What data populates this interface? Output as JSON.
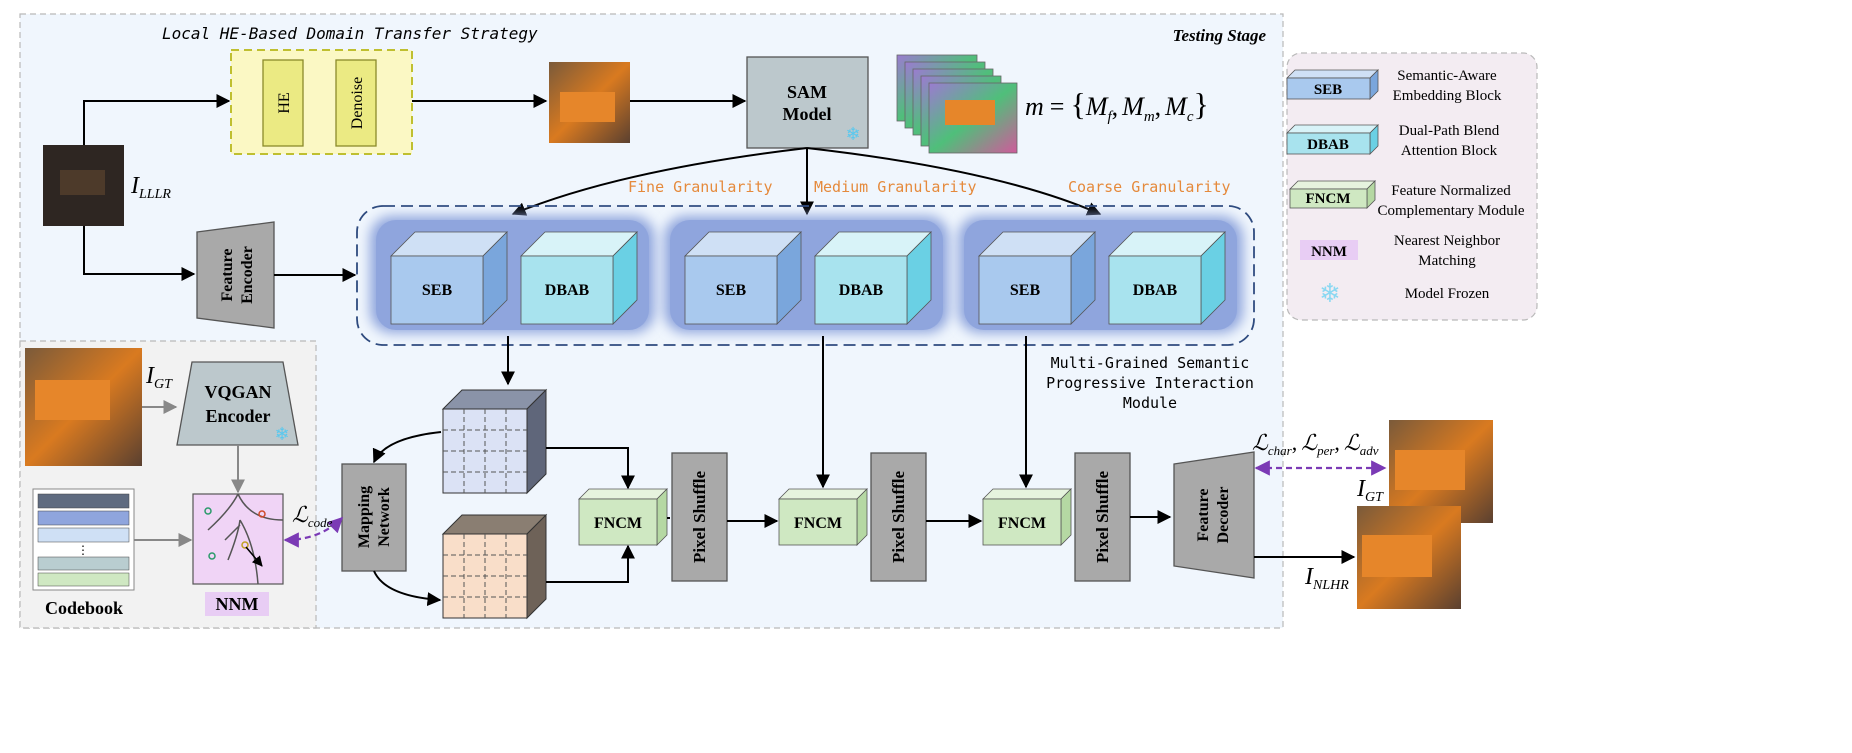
{
  "titles": {
    "he_strategy": "Local HE-Based Domain Transfer Strategy",
    "testing_stage": "Testing Stage",
    "mgspi": [
      "Multi-Grained Semantic",
      "Progressive Interaction",
      "Module"
    ]
  },
  "he_box": {
    "he": "HE",
    "denoise": "Denoise"
  },
  "sam": {
    "line1": "SAM",
    "line2": "Model"
  },
  "masks": {
    "m": "m",
    "eq": "=",
    "lbrace": "{",
    "rbrace": "}",
    "mf": "M",
    "f": "f",
    "mm": "M",
    "mc": "M",
    "c": "c",
    "comma": ","
  },
  "granularity": {
    "fine": "Fine Granularity",
    "medium": "Medium Granularity",
    "coarse": "Coarse Granularity"
  },
  "labels": {
    "i_lllr": "I",
    "i_lllr_sub": "LLLR",
    "i_gt": "I",
    "i_gt_sub": "GT",
    "i_gt2": "I",
    "i_gt2_sub": "GT",
    "i_nlhr": "I",
    "i_nlhr_sub": "NLHR",
    "l_code": "ℒ",
    "l_code_sub": "code",
    "losses": [
      "ℒ",
      "char",
      ",",
      "ℒ",
      "per",
      ",",
      "ℒ",
      "adv"
    ]
  },
  "encoder": {
    "line1": "Feature",
    "line2": "Encoder"
  },
  "decoder": {
    "line1": "Feature",
    "line2": "Decoder"
  },
  "vqgan": {
    "line1": "VQGAN",
    "line2": "Encoder"
  },
  "mapping": {
    "line1": "Mapping",
    "line2": "Network"
  },
  "blocks": {
    "seb": "SEB",
    "dbab": "DBAB",
    "fncm": "FNCM",
    "pixel_shuffle": "Pixel Shuffle",
    "nnm": "NNM",
    "codebook": "Codebook",
    "dots": "⋮"
  },
  "legend": [
    {
      "tag": "SEB",
      "desc1": "Semantic-Aware",
      "desc2": "Embedding Block",
      "color": "#a9c9ee"
    },
    {
      "tag": "DBAB",
      "desc1": "Dual-Path Blend",
      "desc2": "Attention Block",
      "color": "#a8e3ee"
    },
    {
      "tag": "FNCM",
      "desc1": "Feature Normalized",
      "desc2": "Complementary Module",
      "color": "#cfe8c2"
    },
    {
      "tag": "NNM",
      "desc1": "Nearest Neighbor",
      "desc2": "Matching",
      "color": "#e8cdf4"
    },
    {
      "tag": "",
      "desc1": "Model Frozen",
      "desc2": "",
      "color": "#8ad8f2"
    }
  ],
  "colors": {
    "orange": "#e58a3c",
    "purple": "#7b3ab5",
    "panel": "#f0f6fd",
    "gray_block": "#a9a9a9",
    "nnm_tag": "#e8cdf4"
  },
  "icons": [
    "snowflake-icon",
    "arrow-icon"
  ]
}
